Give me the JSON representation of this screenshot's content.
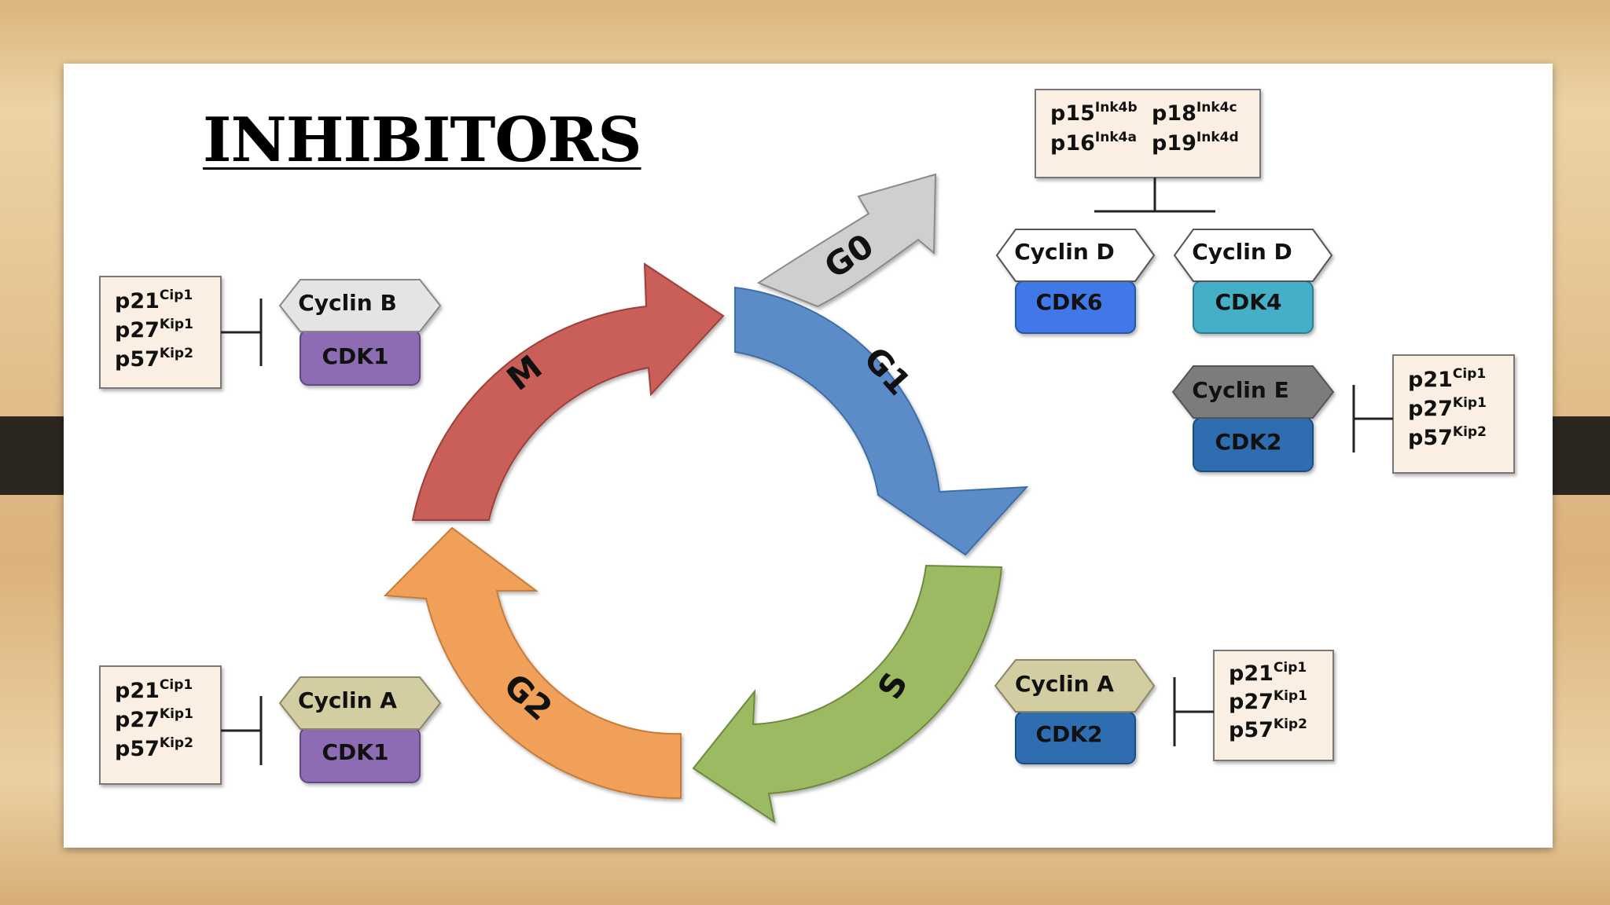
{
  "title": "INHIBITORS",
  "phases": {
    "g0": "G0",
    "g1": "G1",
    "s": "S",
    "g2": "G2",
    "m": "M"
  },
  "complexes": {
    "cyclin_b_cdk1": {
      "cyclin": "Cyclin B",
      "cdk": "CDK1"
    },
    "cyclin_a_cdk1": {
      "cyclin": "Cyclin A",
      "cdk": "CDK1"
    },
    "cyclin_d_cdk6": {
      "cyclin": "Cyclin D",
      "cdk": "CDK6"
    },
    "cyclin_d_cdk4": {
      "cyclin": "Cyclin D",
      "cdk": "CDK4"
    },
    "cyclin_e_cdk2": {
      "cyclin": "Cyclin E",
      "cdk": "CDK2"
    },
    "cyclin_a_cdk2": {
      "cyclin": "Cyclin A",
      "cdk": "CDK2"
    }
  },
  "cip_kip": {
    "p21": {
      "base": "p21",
      "sup": "Cip1"
    },
    "p27": {
      "base": "p27",
      "sup": "Kip1"
    },
    "p57": {
      "base": "p57",
      "sup": "Kip2"
    }
  },
  "ink4": {
    "p15": {
      "base": "p15",
      "sup": "Ink4b"
    },
    "p18": {
      "base": "p18",
      "sup": "Ink4c"
    },
    "p16": {
      "base": "p16",
      "sup": "Ink4a"
    },
    "p19": {
      "base": "p19",
      "sup": "Ink4d"
    }
  },
  "colors": {
    "g1": "#5b8cc8",
    "s": "#9cba62",
    "g2": "#f0a058",
    "m": "#c95e58",
    "g0": "#cfcfcf",
    "cdk1": "#8d6cb3",
    "cdk6": "#3f78e8",
    "cdk4": "#45afc8",
    "cdk2": "#2f6db0",
    "cyclin_b": "#e4e4e4",
    "cyclin_a": "#d3cda2",
    "cyclin_d": "#ffffff",
    "cyclin_e": "#7b7b7b",
    "inhibitor_box": "#fbeee2"
  }
}
